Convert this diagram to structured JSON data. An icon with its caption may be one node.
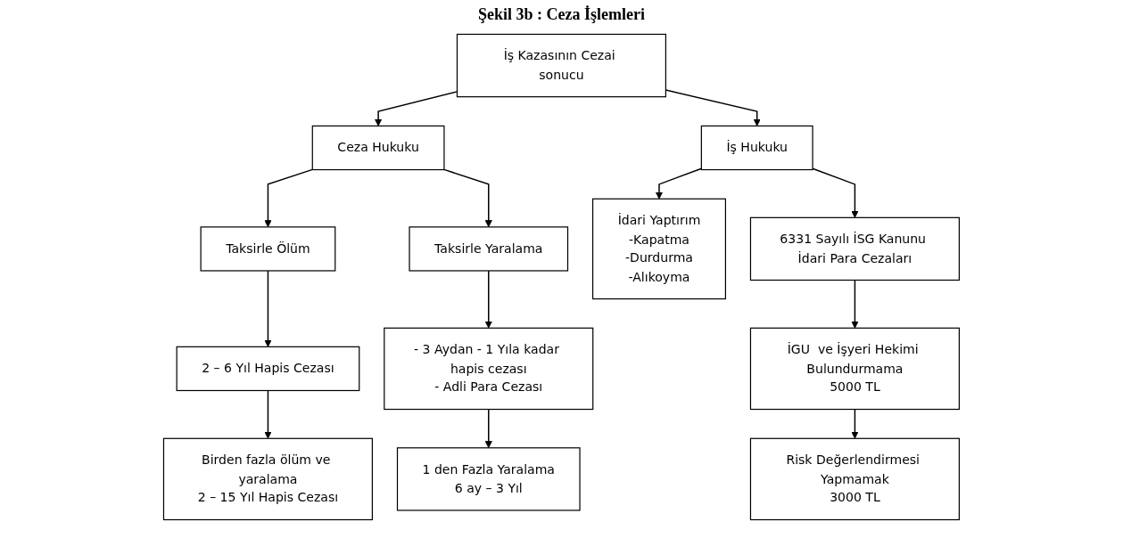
{
  "diagram": {
    "title": "Şekil 3b : Ceza İşlemleri",
    "nodes": [
      {
        "text": [
          "İş Kazasının Cezai sonucu"
        ]
      },
      {
        "text": [
          "Ceza Hukuku"
        ]
      },
      {
        "text": [
          "İş Hukuku"
        ]
      },
      {
        "text": [
          "Taksirle Ölüm"
        ]
      },
      {
        "text": [
          "Taksirle Yaralama"
        ]
      },
      {
        "text": [
          "İdari Yaptırım",
          "-Kapatma",
          "-Durdurma",
          "-Alıkoyma"
        ]
      },
      {
        "text": [
          "6331 Sayılı İSG Kanunu İdari Para Cezaları"
        ]
      },
      {
        "text": [
          "2 – 6 Yıl Hapis Cezası"
        ]
      },
      {
        "text": [
          "- 3 Aydan - 1 Yıla kadar hapis cezası",
          "- Adli Para Cezası"
        ]
      },
      {
        "text": [
          "İGU  ve İşyeri Hekimi Bulundurmama",
          "5000 TL"
        ]
      },
      {
        "text": [
          "Birden fazla ölüm ve yaralama",
          "2 – 15 Yıl Hapis Cezası"
        ]
      },
      {
        "text": [
          "1 den Fazla Yaralama",
          "6 ay – 3 Yıl"
        ]
      },
      {
        "text": [
          "Risk Değerlendirmesi Yapmamak",
          "3000 TL"
        ]
      }
    ],
    "edges": [
      {
        "from": 0,
        "to": 1,
        "arrow": "to"
      },
      {
        "from": 0,
        "to": 2,
        "arrow": "to"
      },
      {
        "from": 1,
        "to": 3,
        "arrow": "to"
      },
      {
        "from": 1,
        "to": 4,
        "arrow": "to"
      },
      {
        "from": 2,
        "to": 5,
        "arrow": "to"
      },
      {
        "from": 2,
        "to": 6,
        "arrow": "to"
      },
      {
        "from": 3,
        "to": 7,
        "arrow": "to"
      },
      {
        "from": 4,
        "to": 8,
        "arrow": "to"
      },
      {
        "from": 6,
        "to": 9,
        "arrow": "to"
      },
      {
        "from": 7,
        "to": 10,
        "arrow": "to"
      },
      {
        "from": 8,
        "to": 11,
        "arrow": "to"
      },
      {
        "from": 9,
        "to": 12,
        "arrow": "to"
      }
    ]
  }
}
